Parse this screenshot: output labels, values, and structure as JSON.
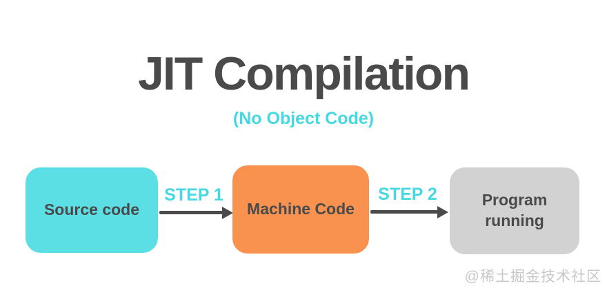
{
  "title": "JIT Compilation",
  "subtitle": "(No Object Code)",
  "diagram": {
    "nodes": [
      {
        "id": "source-code",
        "label": "Source code",
        "color": "#5bdfe5"
      },
      {
        "id": "machine-code",
        "label": "Machine Code",
        "color": "#f8924e"
      },
      {
        "id": "program-running",
        "label": "Program running",
        "color": "#d2d2d2"
      }
    ],
    "edges": [
      {
        "label": "STEP 1",
        "from": "source-code",
        "to": "machine-code"
      },
      {
        "label": "STEP 2",
        "from": "machine-code",
        "to": "program-running"
      }
    ]
  },
  "colors": {
    "title_text": "#4a4a4a",
    "accent_cyan": "#45d8e1",
    "arrow": "#4a4a4a",
    "watermark_text": "#c8c8c8",
    "background": "#ffffff"
  },
  "watermark": "@稀土掘金技术社区"
}
